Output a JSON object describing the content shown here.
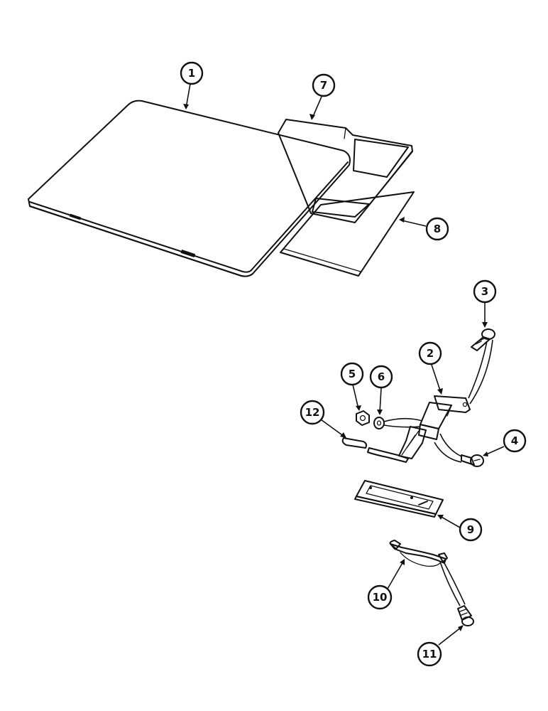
{
  "callouts": [
    {
      "id": "callout-1",
      "label": "1"
    },
    {
      "id": "callout-2",
      "label": "2"
    },
    {
      "id": "callout-3",
      "label": "3"
    },
    {
      "id": "callout-4",
      "label": "4"
    },
    {
      "id": "callout-5",
      "label": "5"
    },
    {
      "id": "callout-6",
      "label": "6"
    },
    {
      "id": "callout-7",
      "label": "7"
    },
    {
      "id": "callout-8",
      "label": "8"
    },
    {
      "id": "callout-9",
      "label": "9"
    },
    {
      "id": "callout-10",
      "label": "10"
    },
    {
      "id": "callout-11",
      "label": "11"
    },
    {
      "id": "callout-12",
      "label": "12"
    }
  ],
  "colors": {
    "ink": "#111111",
    "paper": "#ffffff",
    "stipple": "#cfcfcf"
  }
}
